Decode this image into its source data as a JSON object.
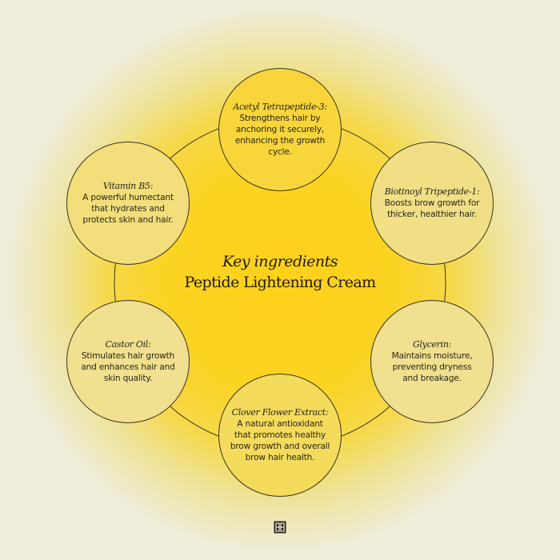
{
  "center": {
    "kicker": "Key ingredients",
    "title": "Peptide Lightening Cream"
  },
  "ingredients": [
    {
      "name": "Acetyl Tetrapeptide-3:",
      "description": "Strengthens hair by anchoring it securely, enhancing the growth cycle."
    },
    {
      "name": "Biotinoyl Tripeptide-1:",
      "description": "Boosts brow growth for thicker, healthier hair."
    },
    {
      "name": "Glycerin:",
      "description": "Maintains moisture, preventing dryness and breakage."
    },
    {
      "name": "Clover Flower Extract:",
      "description": "A natural antioxidant that promotes healthy brow growth and overall brow hair health."
    },
    {
      "name": "Castor Oil:",
      "description": "Stimulates hair growth and enhances hair and skin quality."
    },
    {
      "name": "Vitamin B5:",
      "description": "A powerful humectant that hydrates and protects skin and hair."
    }
  ],
  "colors": {
    "background": "#efecd9",
    "glow": "#ffd21a",
    "outline": "#3a3424",
    "text": "#1f1b12"
  },
  "icons": {
    "brand": "brand-logo-icon"
  }
}
